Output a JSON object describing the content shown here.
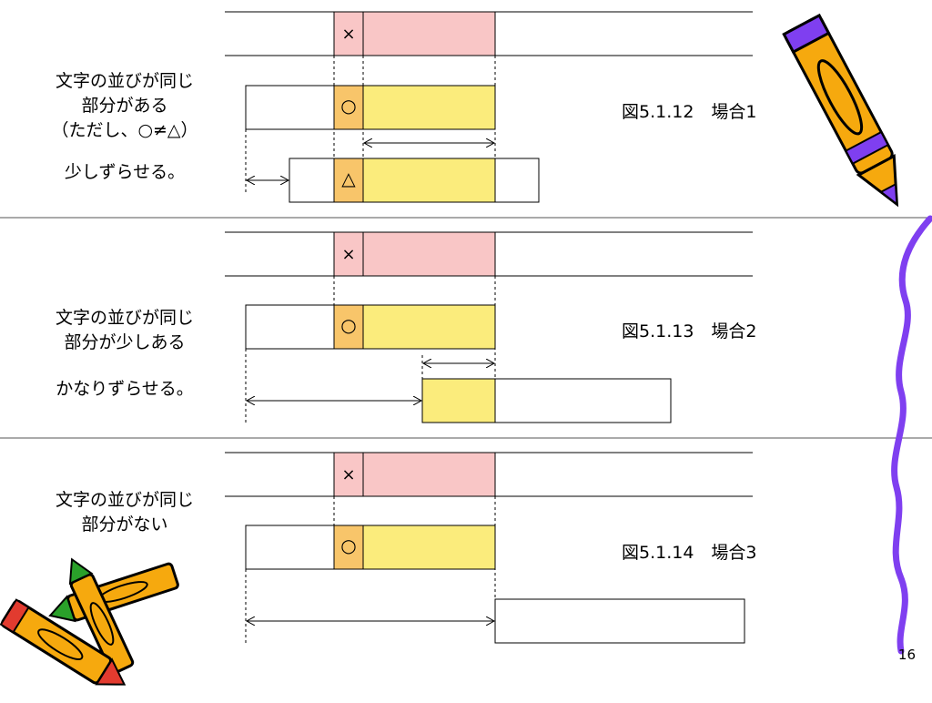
{
  "sections": [
    {
      "id": "case1",
      "description_lines": [
        "文字の並びが同じ",
        "部分がある",
        "（ただし、○≠△）",
        "",
        "少しずらせる。"
      ],
      "caption": "図5.1.12　場合1",
      "mark_top": "×",
      "mark_middle": "○",
      "mark_bottom": "△"
    },
    {
      "id": "case2",
      "description_lines": [
        "文字の並びが同じ",
        "部分が少しある",
        "",
        "かなりずらせる。"
      ],
      "caption": "図5.1.13　場合2",
      "mark_top": "×",
      "mark_middle": "○"
    },
    {
      "id": "case3",
      "description_lines": [
        "文字の並びが同じ",
        "部分がない"
      ],
      "caption": "図5.1.14　場合3",
      "mark_top": "×",
      "mark_middle": "○"
    }
  ],
  "page_number": "16",
  "colors": {
    "pink": "#f9c6c6",
    "yellow": "#fbec7c",
    "orange": "#f8c56a",
    "line": "#000000",
    "purple": "#7f3ff0"
  }
}
